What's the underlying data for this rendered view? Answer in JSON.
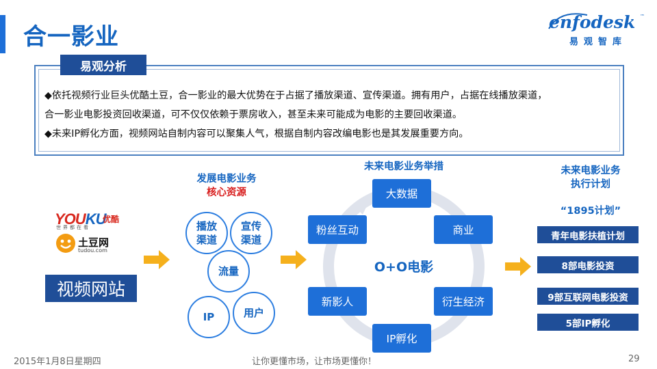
{
  "title": "合一影业",
  "logo": {
    "main": "enfodesk",
    "tm": "™",
    "sub": "易观智库"
  },
  "analysis": {
    "tag": "易观分析",
    "line1": "◆依托视频行业巨头优酷土豆，合一影业的最大优势在于占据了播放渠道、宣传渠道。拥有用户，占据在线播放渠道，",
    "line2": "合一影业电影投资回收渠道，可不仅仅依赖于票房收入，甚至未来可能成为电影的主要回收渠道。",
    "line3": "◆未来IP孵化方面，视频网站自制内容可以聚集人气，根据自制内容改编电影也是其发展重要方向。"
  },
  "brands": {
    "youku_a": "YOU",
    "youku_b": "KU",
    "youku_cn": "优酷",
    "youku_sub": "世界都在看",
    "tudou_cn": "土豆网",
    "tudou_url": "tudou.com"
  },
  "video_site": "视频网站",
  "resources": {
    "heading_1": "发展电影业务",
    "heading_2": "核心资源",
    "items": [
      "播放\n渠道",
      "宣传\n渠道",
      "流量",
      "IP",
      "用户"
    ]
  },
  "measures": {
    "heading": "未来电影业务举措",
    "center": "O+O电影",
    "items": [
      "大数据",
      "商业",
      "衍生经济",
      "IP孵化",
      "新影人",
      "粉丝互动"
    ]
  },
  "plans": {
    "heading_1": "未来电影业务",
    "heading_2": "执行计划",
    "plan_name": "“1895计划”",
    "items": [
      "青年电影扶植计划",
      "8部电影投资",
      "9部互联网电影投资",
      "5部IP孵化"
    ]
  },
  "footer": {
    "date": "2015年1月8日星期四",
    "slogan": "让你更懂市场，让市场更懂你！",
    "page": "29"
  },
  "colors": {
    "primary": "#1565c0",
    "accent_blue": "#1e6fd8",
    "dark_blue": "#1f4e98",
    "arrow": "#f5b01c",
    "red": "#d81e1e"
  }
}
